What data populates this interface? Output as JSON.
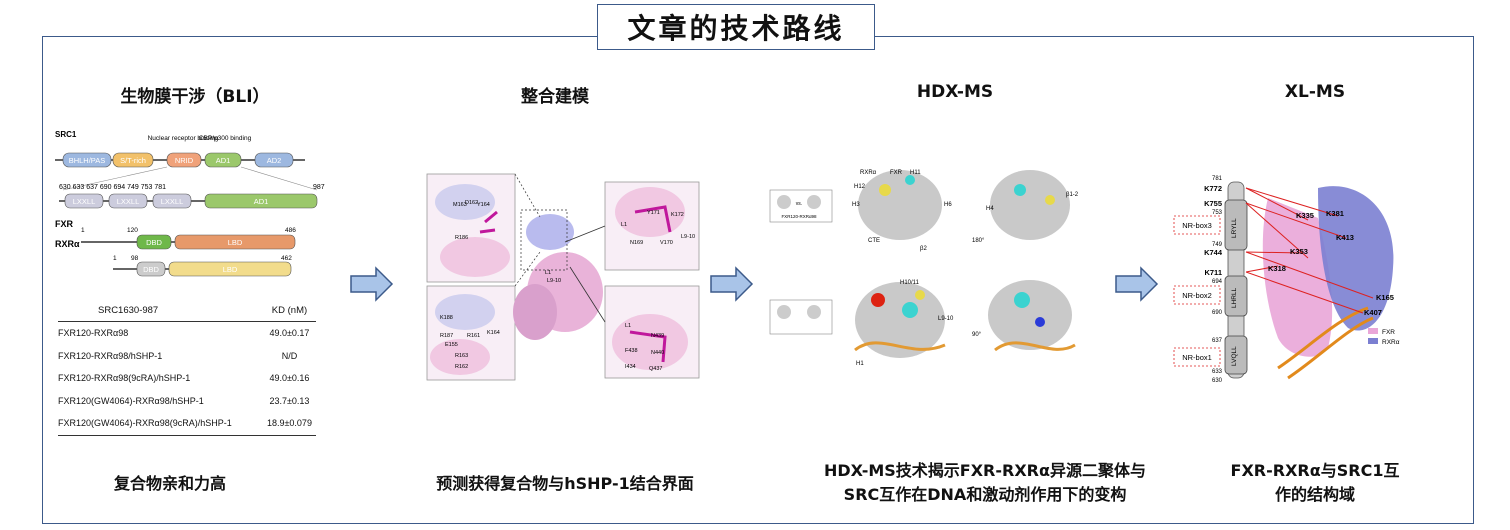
{
  "page_title": "文章的技术路线",
  "sections": {
    "bli": {
      "title": "生物膜干涉（BLI）",
      "caption": "复合物亲和力高"
    },
    "model": {
      "title": "整合建模",
      "caption": "预测获得复合物与hSHP-1结合界面"
    },
    "hdx": {
      "title": "HDX-MS",
      "caption_line1": "HDX-MS技术揭示FXR-RXRα异源二聚体与",
      "caption_line2": "SRC互作在DNA和激动剂作用下的变构"
    },
    "xl": {
      "title": "XL-MS",
      "caption_line1": "FXR-RXRα与SRC1互",
      "caption_line2": "作的结构域"
    }
  },
  "domains": {
    "src1_label": "SRC1",
    "src1_blocks": [
      "BHLH/PAS",
      "S/T-rich",
      "NRID",
      "AD1",
      "AD2"
    ],
    "nrid_note": "Nuclear receptor binding",
    "cbp_note": "CBP/p300 binding",
    "zoom_numbers": "630 633   637 690   694 749   753 781",
    "zoom_end": "987",
    "zoom_blocks": [
      "LXXLL",
      "LXXLL",
      "LXXLL",
      "AD1"
    ],
    "fxr_label": "FXR",
    "fxr_start": "1",
    "fxr_mid": "120",
    "fxr_end": "486",
    "fxr_blocks": [
      "DBD",
      "LBD"
    ],
    "rxr_label": "RXRα",
    "rxr_start": "1",
    "rxr_mid": "98",
    "rxr_end": "462",
    "rxr_blocks": [
      "DBD",
      "LBD"
    ]
  },
  "kd_table": {
    "header_left": "SRC1630-987",
    "header_right": "KD (nM)",
    "rows": [
      {
        "name": "FXR120-RXRα98",
        "kd": "49.0±0.17"
      },
      {
        "name": "FXR120-RXRα98/hSHP-1",
        "kd": "N/D"
      },
      {
        "name": "FXR120-RXRα98(9cRA)/hSHP-1",
        "kd": "49.0±0.16"
      },
      {
        "name": "FXR120(GW4064)-RXRα98/hSHP-1",
        "kd": "23.7±0.13"
      },
      {
        "name": "FXR120(GW4064)-RXRα98(9cRA)/hSHP-1",
        "kd": "18.9±0.079"
      }
    ]
  },
  "model_labels": [
    "M163",
    "D162",
    "Y164",
    "R186",
    "K188",
    "R187",
    "E155",
    "R161",
    "R163",
    "R162",
    "K164",
    "Y171",
    "K172",
    "L1",
    "N169",
    "V170",
    "L9-10",
    "L1",
    "L9-10",
    "L1",
    "F438",
    "N439",
    "N440",
    "I434",
    "Q437"
  ],
  "hdx_labels": [
    "FXR",
    "RXRα",
    "vs.",
    "FXR120-RXRα98",
    "H11",
    "H12",
    "H3",
    "H6",
    "CTE",
    "β2",
    "180°",
    "H4",
    "β1-2",
    "H10/11",
    "90°",
    "H1",
    "L9-10"
  ],
  "xl": {
    "residues_left": [
      "781",
      "K772",
      "K755",
      "753",
      "749",
      "K744",
      "K711",
      "694",
      "690",
      "637",
      "633",
      "630"
    ],
    "boxes": [
      "NR-box3",
      "NR-box2",
      "NR-box1"
    ],
    "segments": [
      "LRYLL",
      "LHRLL",
      "LVQLL"
    ],
    "residues_right": [
      "K335",
      "K381",
      "K413",
      "K353",
      "K318",
      "K165",
      "K407"
    ],
    "legend": [
      "FXR",
      "RXRα"
    ],
    "legend_colors": [
      "#e9a6d8",
      "#7b7fd1"
    ]
  },
  "colors": {
    "frame": "#3c5a8a",
    "arrow_fill": "#a9c4e8",
    "arrow_stroke": "#3c5a8a",
    "fxr_pink": "#e9a6d8",
    "rxr_blue": "#7b7fd1",
    "crosslink_red": "#d22"
  }
}
